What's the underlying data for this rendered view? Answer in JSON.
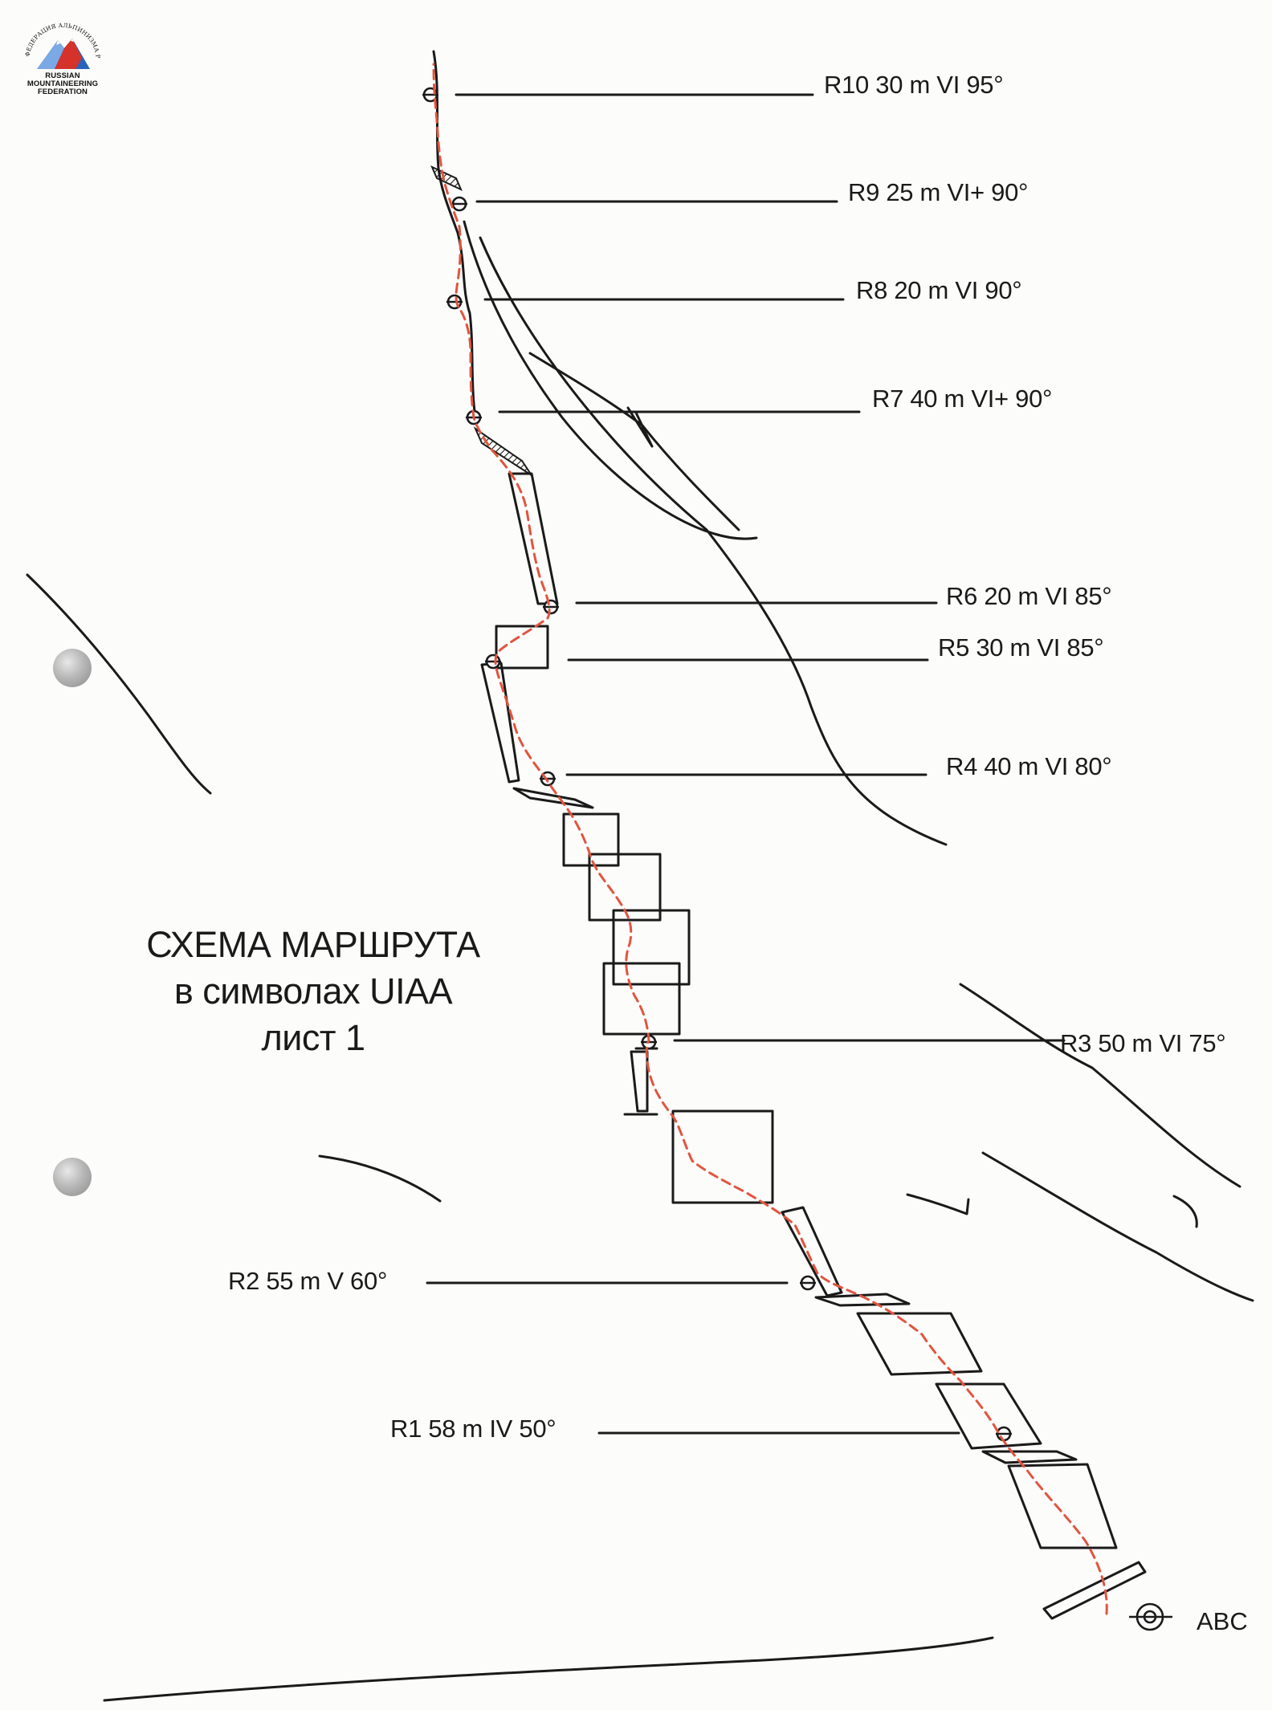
{
  "logo": {
    "arc_text": "ФЕДЕРАЦИЯ АЛЬПИНИЗМА РОССИИ",
    "lines": [
      "RUSSIAN",
      "MOUNTAINEERING",
      "FEDERATION"
    ]
  },
  "title": {
    "line1": "СХЕМА МАРШРУТА",
    "line2": "в символах UIAA",
    "line3": "лист 1"
  },
  "pitches": [
    {
      "id": "R10",
      "text": "R10 30 m VI 95°"
    },
    {
      "id": "R9",
      "text": "R9 25 m VI+ 90°"
    },
    {
      "id": "R8",
      "text": "R8 20 m VI 90°"
    },
    {
      "id": "R7",
      "text": "R7 40 m VI+ 90°"
    },
    {
      "id": "R6",
      "text": "R6 20 m VI 85°"
    },
    {
      "id": "R5",
      "text": "R5 30 m VI 85°"
    },
    {
      "id": "R4",
      "text": "R4 40 m VI 80°"
    },
    {
      "id": "R3",
      "text": "R3 50 m VI 75°"
    },
    {
      "id": "R2",
      "text": "R2 55 m V 60°"
    },
    {
      "id": "R1",
      "text": "R1 58 m IV 50°"
    }
  ],
  "start": {
    "text": "ABC"
  },
  "colors": {
    "line": "#1a1a1a",
    "route": "#e0553f"
  }
}
